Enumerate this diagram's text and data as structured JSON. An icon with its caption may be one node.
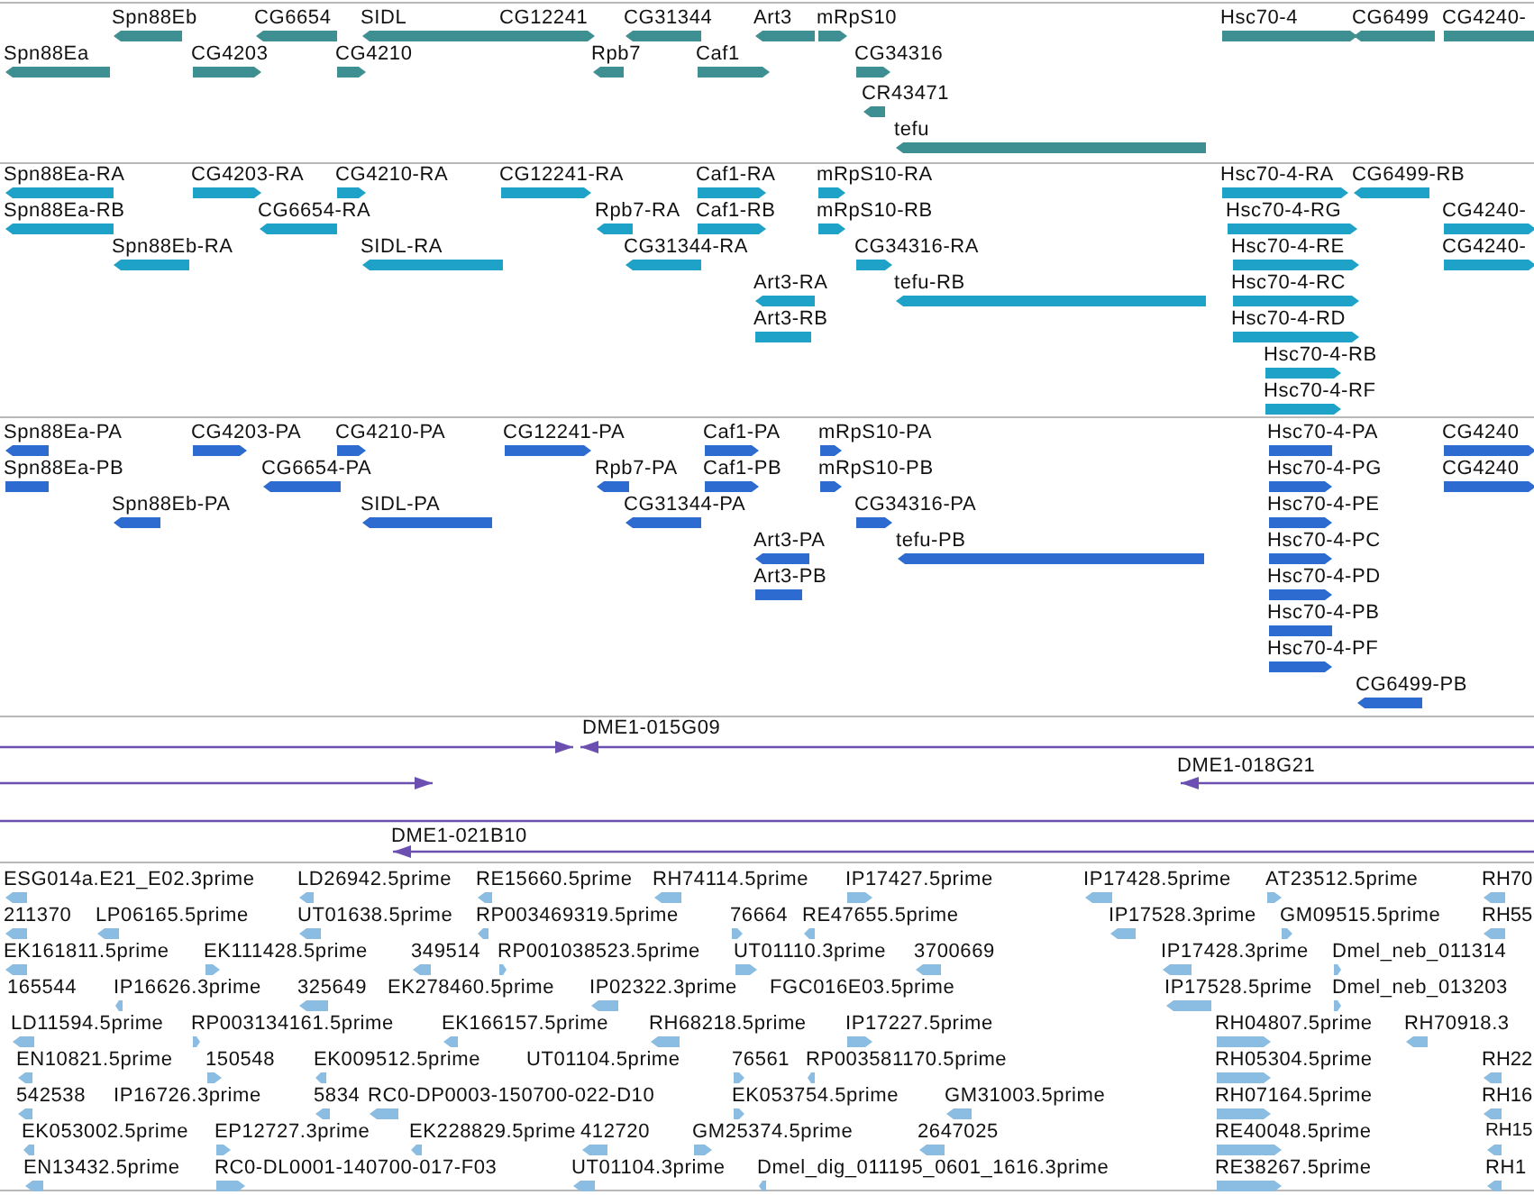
{
  "diagram": {
    "labels": [
      "Spn88Eb",
      "CG6654",
      "SIDL",
      "CG12241",
      "CG31344",
      "Art3",
      "mRpS10",
      "Hsc70-4",
      "CG6499",
      "CG4240-",
      "Spn88Ea",
      "CG4203",
      "CG4210",
      "Rpb7",
      "Caf1",
      "CG34316",
      "CR43471",
      "tefu",
      "Spn88Ea-RA",
      "CG4203-RA",
      "CG4210-RA",
      "CG12241-RA",
      "Caf1-RA",
      "mRpS10-RA",
      "Hsc70-4-RA",
      "CG6499-RB",
      "Spn88Ea-RB",
      "CG6654-RA",
      "Rpb7-RA",
      "Caf1-RB",
      "mRpS10-RB",
      "Hsc70-4-RG",
      "CG4240-",
      "Spn88Eb-RA",
      "SIDL-RA",
      "CG31344-RA",
      "CG34316-RA",
      "Hsc70-4-RE",
      "CG4240-",
      "Art3-RA",
      "tefu-RB",
      "Hsc70-4-RC",
      "Art3-RB",
      "Hsc70-4-RD",
      "Hsc70-4-RB",
      "Hsc70-4-RF",
      "Spn88Ea-PA",
      "CG4203-PA",
      "CG4210-PA",
      "CG12241-PA",
      "Caf1-PA",
      "mRpS10-PA",
      "Hsc70-4-PA",
      "CG4240",
      "Spn88Ea-PB",
      "CG6654-PA",
      "Rpb7-PA",
      "Caf1-PB",
      "mRpS10-PB",
      "Hsc70-4-PG",
      "CG4240",
      "Spn88Eb-PA",
      "SIDL-PA",
      "CG31344-PA",
      "CG34316-PA",
      "Hsc70-4-PE",
      "Art3-PA",
      "tefu-PB",
      "Hsc70-4-PC",
      "Art3-PB",
      "Hsc70-4-PD",
      "Hsc70-4-PB",
      "Hsc70-4-PF",
      "CG6499-PB",
      "DME1-015G09",
      "DME1-018G21",
      "DME1-021B10",
      "ESG014a.E21_E02.3prime",
      "LD26942.5prime",
      "RE15660.5prime",
      "RH74114.5prime",
      "IP17427.5prime",
      "IP17428.5prime",
      "AT23512.5prime",
      "RH70",
      "211370",
      "LP06165.5prime",
      "UT01638.5prime",
      "RP003469319.5prime",
      "76664",
      "RE47655.5prime",
      "IP17528.3prime",
      "GM09515.5prime",
      "RH55",
      "EK161811.5prime",
      "EK111428.5prime",
      "349514",
      "RP001038523.5prime",
      "UT01110.3prime",
      "3700669",
      "IP17428.3prime",
      "Dmel_neb_011314",
      "165544",
      "IP16626.3prime",
      "325649",
      "EK278460.5prime",
      "IP02322.3prime",
      "FGC016E03.5prime",
      "IP17528.5prime",
      "Dmel_neb_013203",
      "LD11594.5prime",
      "RP003134161.5prime",
      "EK166157.5prime",
      "RH68218.5prime",
      "IP17227.5prime",
      "RH04807.5prime",
      "RH70918.3",
      "EN10821.5prime",
      "150548",
      "EK009512.5prime",
      "UT01104.5prime",
      "76561",
      "RP003581170.5prime",
      "RH05304.5prime",
      "RH22",
      "542538",
      "IP16726.3prime",
      "5834",
      "RC0-DP0003-150700-022-D10",
      "EK053754.5prime",
      "GM31003.5prime",
      "RH07164.5prime",
      "RH16",
      "EK053002.5prime",
      "EP12727.3prime",
      "EK228829.5prime",
      "412720",
      "GM25374.5prime",
      "2647025",
      "RE40048.5prime",
      "RH15",
      "EN13432.5prime",
      "RC0-DL0001-140700-017-F03",
      "UT01104.3prime",
      "Dmel_dig_011195_0601_1616.3prime",
      "RE38267.5prime",
      "RH1"
    ]
  }
}
